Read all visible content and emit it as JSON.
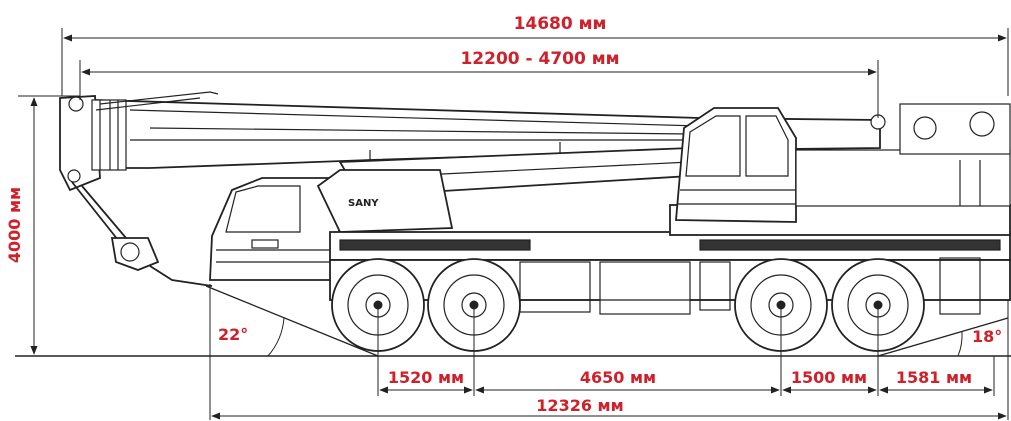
{
  "colors": {
    "dimension_text": "#d0202a",
    "line": "#222222",
    "background": "#ffffff"
  },
  "brand": {
    "cab_logo": "SANY"
  },
  "dimensions": {
    "overall_length": "14680 мм",
    "boom_length": "12200 - 4700 мм",
    "height": "4000 мм",
    "approach_angle": "22°",
    "departure_angle": "18°",
    "axle_spacing_1": "1520 мм",
    "axle_spacing_2": "4650 мм",
    "axle_spacing_3": "1500 мм",
    "rear_overhang": "1581 мм",
    "chassis_length": "12326 мм"
  }
}
